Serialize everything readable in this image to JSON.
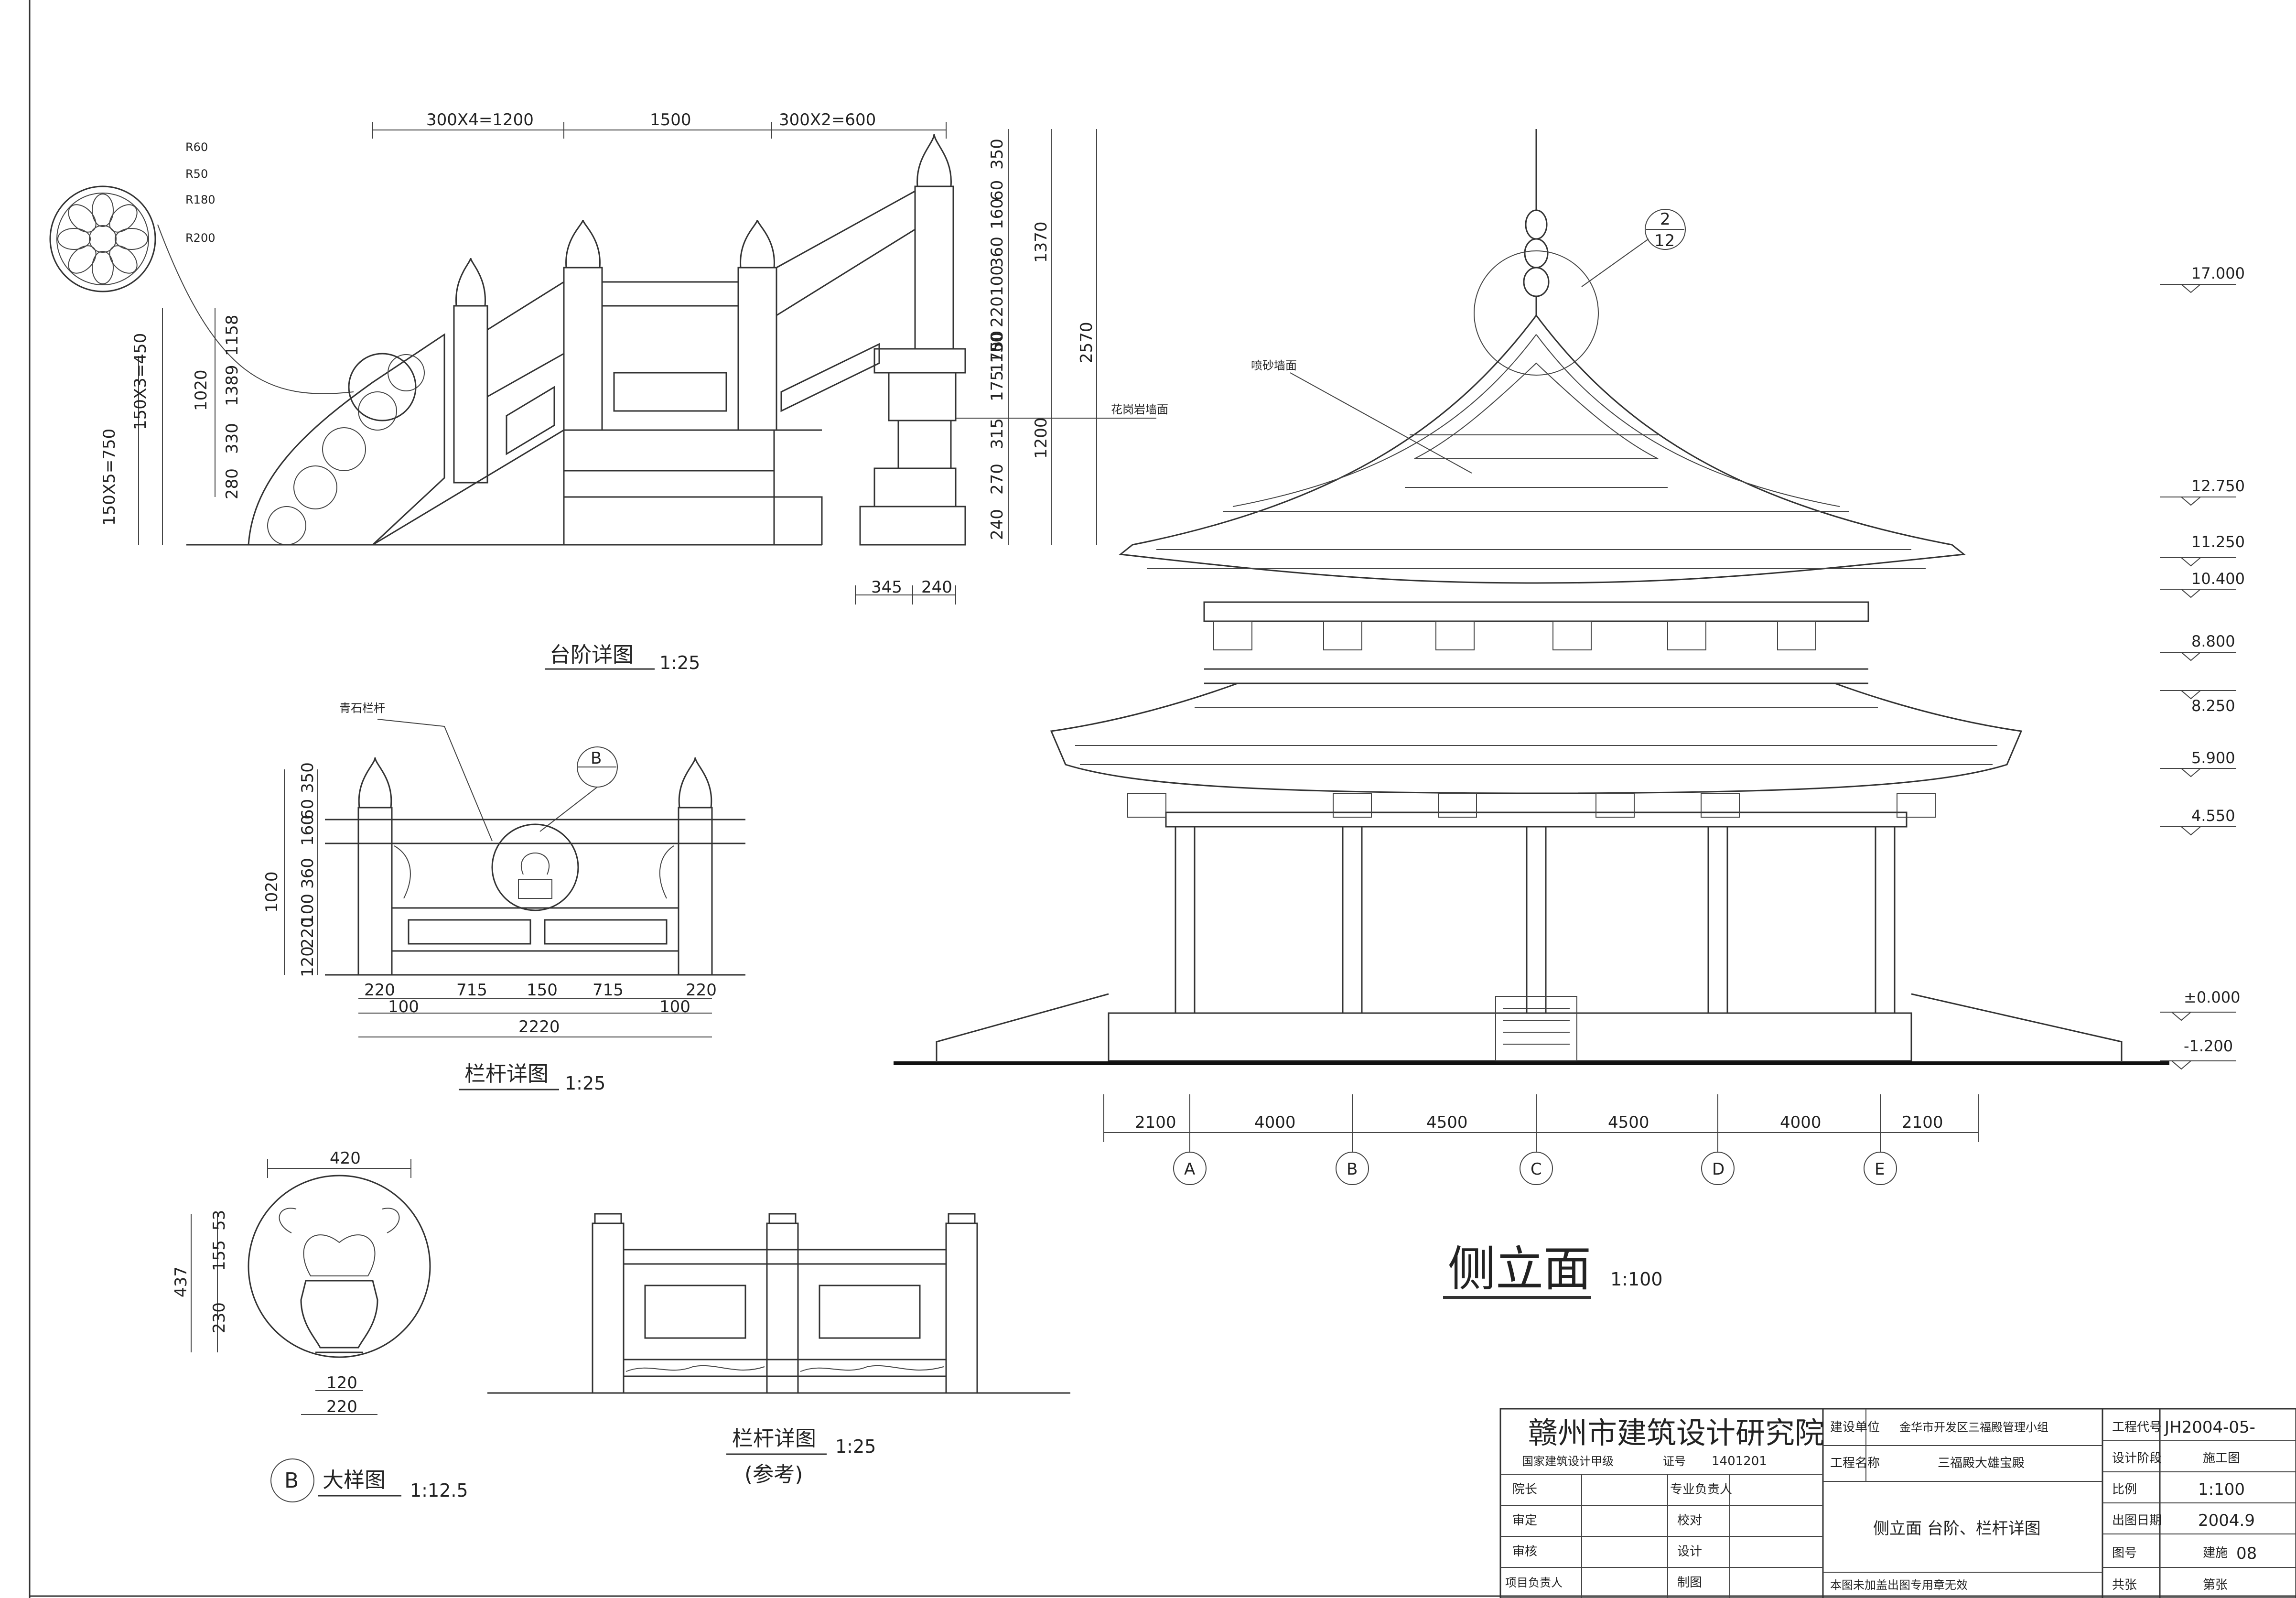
{
  "step_detail": {
    "dims_top": [
      "300X4=1200",
      "1500",
      "300X2=600"
    ],
    "dims_left": [
      "1158",
      "1389",
      "330",
      "280",
      "1020",
      "150X3=450",
      "150X5=750"
    ],
    "dims_right_inner": [
      "350",
      "60",
      "160",
      "360",
      "100",
      "220",
      "50",
      "170",
      "150",
      "175",
      "315",
      "270",
      "240"
    ],
    "dims_right_outer": [
      "1370",
      "1200",
      "2570"
    ],
    "dims_bottom": [
      "345",
      "240"
    ],
    "rosette_radii": [
      "R60",
      "R50",
      "R180",
      "R200"
    ],
    "label_floral_wall": "花岗岩墙面",
    "caption": "台阶详图",
    "scale": "1:25"
  },
  "balustrade_detail": {
    "label_green_stone": "青石栏杆",
    "callout": "B",
    "dims_left": [
      "350",
      "60",
      "160",
      "360",
      "100",
      "220",
      "120",
      "1020"
    ],
    "dims_bottom": [
      "220",
      "715",
      "150",
      "715",
      "220",
      "100",
      "100",
      "2220"
    ],
    "caption": "栏杆详图",
    "scale": "1:25"
  },
  "large_detail": {
    "dims": [
      "420",
      "53",
      "155",
      "230",
      "437",
      "120",
      "220"
    ],
    "callout": "B",
    "caption": "大样图",
    "scale": "1:12.5"
  },
  "reference_balustrade": {
    "caption": "栏杆详图",
    "note": "(参考)",
    "scale": "1:25"
  },
  "elevation": {
    "callout_top": "2",
    "callout_bottom": "12",
    "label_wall": "喷砂墙面",
    "levels": [
      "17.000",
      "12.750",
      "11.250",
      "10.400",
      "8.800",
      "8.250",
      "5.900",
      "4.550",
      "±0.000",
      "-1.200"
    ],
    "bay_dims": [
      "2100",
      "4000",
      "4500",
      "4500",
      "4000",
      "2100"
    ],
    "axes": [
      "A",
      "B",
      "C",
      "D",
      "E"
    ],
    "title": "侧立面",
    "scale": "1:100"
  },
  "title_block": {
    "institute": "赣州市建筑设计研究院",
    "cert_label": "国家建筑设计甲级",
    "cert_no_label": "证号",
    "cert_no": "1401201",
    "build_unit_label": "建设单位",
    "build_unit": "金华市开发区三福殿管理小组",
    "project_label": "工程名称",
    "project": "三福殿大雄宝殿",
    "roles_left": [
      "院长",
      "审定",
      "审核",
      "项目负责人"
    ],
    "roles_mid": [
      "专业负责人",
      "校对",
      "设计",
      "制图"
    ],
    "drawing_title": "侧立面    台阶、栏杆详图",
    "note": "本图未加盖出图专用章无效",
    "code_label": "工程代号",
    "code": "JH2004-05-",
    "stage_label": "设计阶段",
    "stage": "施工图",
    "scale_label": "比例",
    "scale": "1:100",
    "date_label": "出图日期",
    "date": "2004.9",
    "sheet_label": "图号",
    "sheet_prefix": "建施",
    "sheet_no": "08",
    "total_label": "共张",
    "page_label": "第张"
  }
}
